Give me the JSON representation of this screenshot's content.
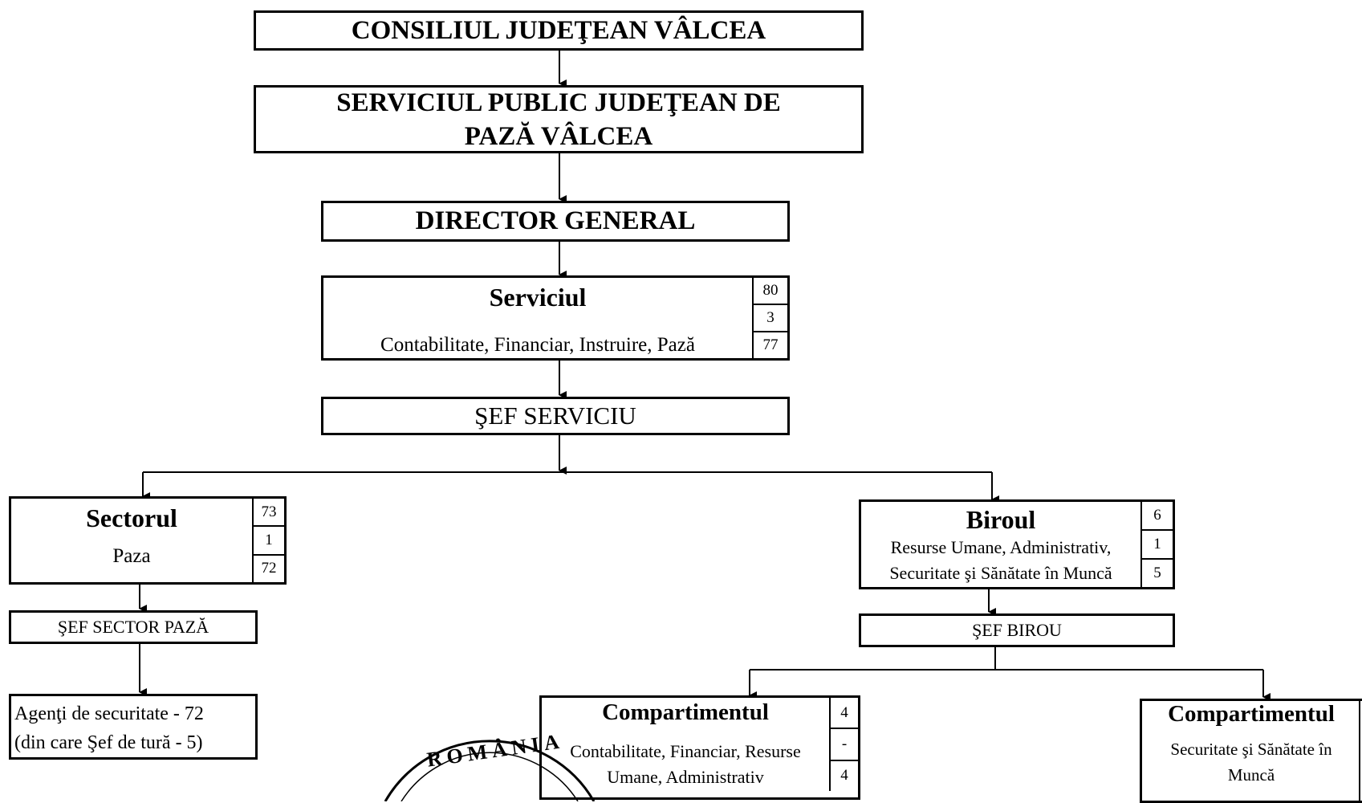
{
  "top": {
    "council": "CONSILIUL JUDEŢEAN VÂLCEA",
    "public_service": "SERVICIUL PUBLIC JUDEŢEAN DE PAZĂ VÂLCEA",
    "director": "DIRECTOR GENERAL"
  },
  "service": {
    "title": "Serviciul",
    "subtitle": "Contabilitate, Financiar, Instruire, Pază",
    "counts": [
      "80",
      "3",
      "77"
    ],
    "chief": "ŞEF SERVICIU"
  },
  "sector": {
    "title": "Sectorul",
    "subtitle": "Paza",
    "counts": [
      "73",
      "1",
      "72"
    ],
    "chief": "ŞEF SECTOR PAZĂ",
    "agents_line1": "Agenţi de securitate - 72",
    "agents_line2": "(din care Şef de tură - 5)"
  },
  "office": {
    "title": "Biroul",
    "subtitle_line1": "Resurse Umane, Administrativ,",
    "subtitle_line2": "Securitate şi Sănătate în Muncă",
    "counts": [
      "6",
      "1",
      "5"
    ],
    "chief": "ŞEF BIROU"
  },
  "compartment_left": {
    "title": "Compartimentul",
    "subtitle_line1": "Contabilitate, Financiar, Resurse",
    "subtitle_line2": "Umane, Administrativ",
    "counts": [
      "4",
      "-",
      "4"
    ]
  },
  "compartment_right": {
    "title": "Compartimentul",
    "subtitle_line1": "Securitate şi Sănătate în",
    "subtitle_line2": "Muncă"
  },
  "stamp": {
    "text": "ROMÂNIA"
  }
}
